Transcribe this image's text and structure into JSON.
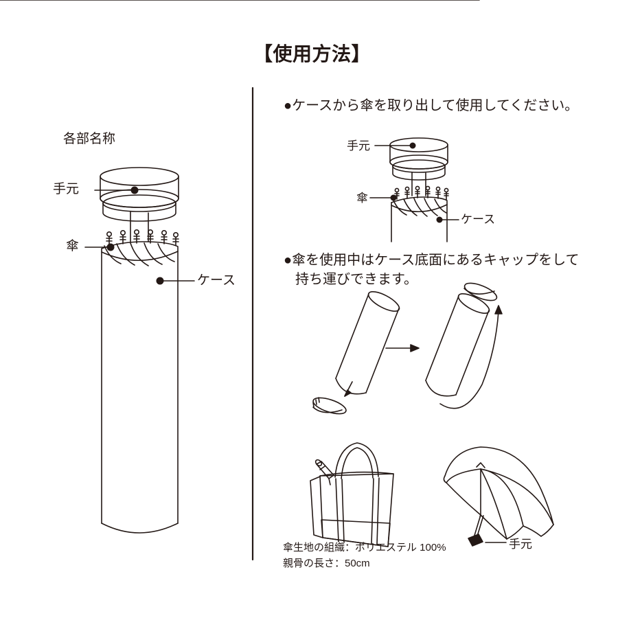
{
  "page": {
    "title": "【使用方法】",
    "ink_color": "#231815",
    "background": "#ffffff"
  },
  "divider": {
    "name": "vertical-divider",
    "color": "#231815"
  },
  "left_panel": {
    "heading": "各部名称",
    "labels": {
      "handle": "手元",
      "umbrella": "傘",
      "case": "ケース"
    }
  },
  "right_panel": {
    "instruction_1": {
      "bullet": "●",
      "text": "ケースから傘を取り出して使用してください。",
      "diagram_labels": {
        "handle": "手元",
        "umbrella": "傘",
        "case": "ケース"
      }
    },
    "instruction_2": {
      "bullet": "●",
      "line1": "傘を使用中はケース底面にあるキャップをして",
      "line2": "持ち運びできます。"
    },
    "umbrella_figure": {
      "label_handle": "手元"
    },
    "specs": {
      "line1": "傘生地の組織：ポリエステル 100%",
      "line2": "親骨の長さ：50cm"
    }
  }
}
